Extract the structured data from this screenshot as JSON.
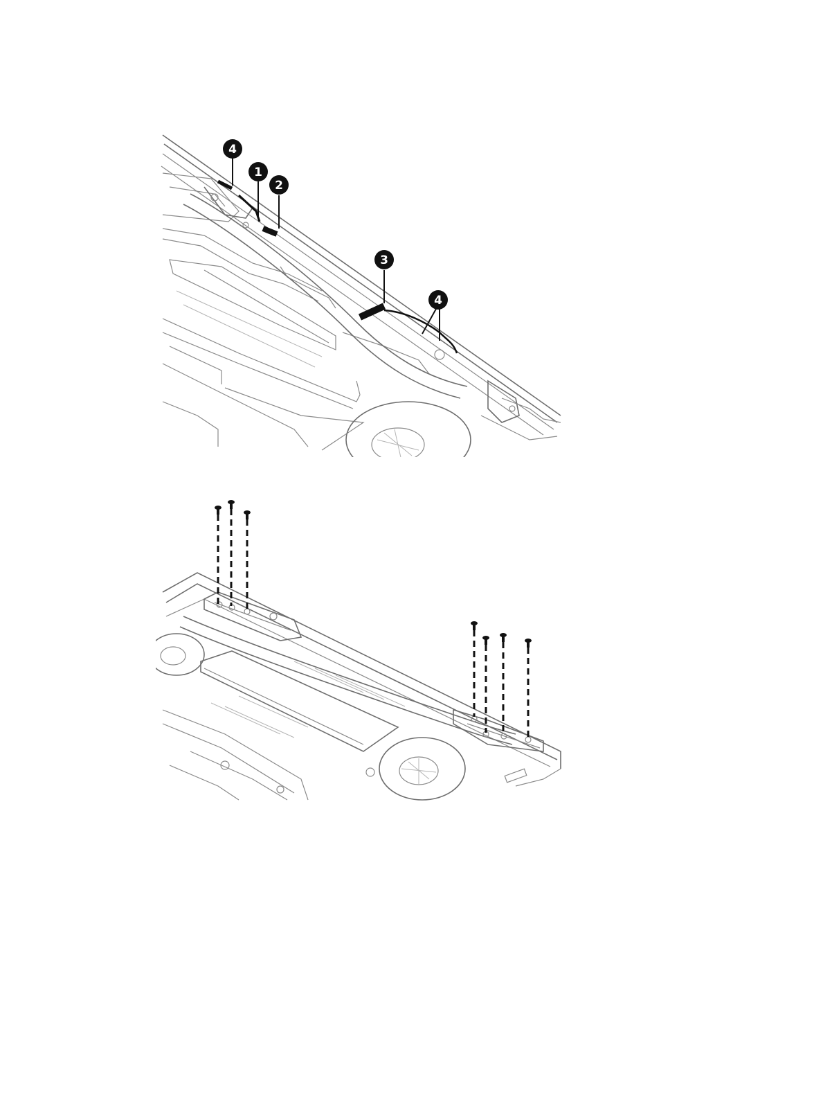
{
  "figure_top": {
    "callouts": [
      {
        "label": "4",
        "name": "callout-4-left"
      },
      {
        "label": "1",
        "name": "callout-1"
      },
      {
        "label": "2",
        "name": "callout-2"
      },
      {
        "label": "3",
        "name": "callout-3"
      },
      {
        "label": "4",
        "name": "callout-4-right"
      }
    ]
  },
  "figure_bottom": {
    "screw_groups": [
      {
        "name": "left-hinge-screws",
        "count": 3
      },
      {
        "name": "right-hinge-screws",
        "count": 4
      }
    ]
  },
  "colors": {
    "callout": "#111111",
    "line_art": "#8a8a8a",
    "background": "#ffffff"
  }
}
